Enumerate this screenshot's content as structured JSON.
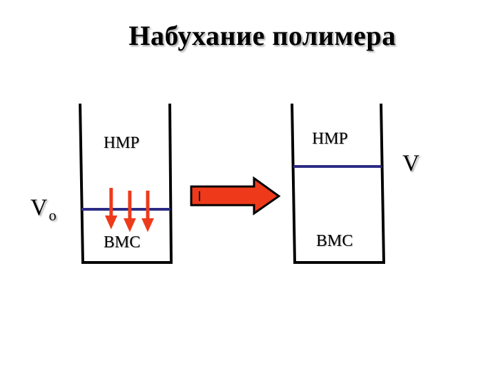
{
  "title": "Набухание полимера",
  "left_beaker": {
    "top_label": "НМР",
    "bottom_label": "ВМС"
  },
  "right_beaker": {
    "top_label": "НМР",
    "bottom_label": "ВМС"
  },
  "volume_before": {
    "symbol": "V",
    "subscript": "o"
  },
  "volume_after": "V",
  "colors": {
    "interface": "#2b2b86",
    "arrow": "#ee3a1a",
    "outline": "#000000"
  }
}
